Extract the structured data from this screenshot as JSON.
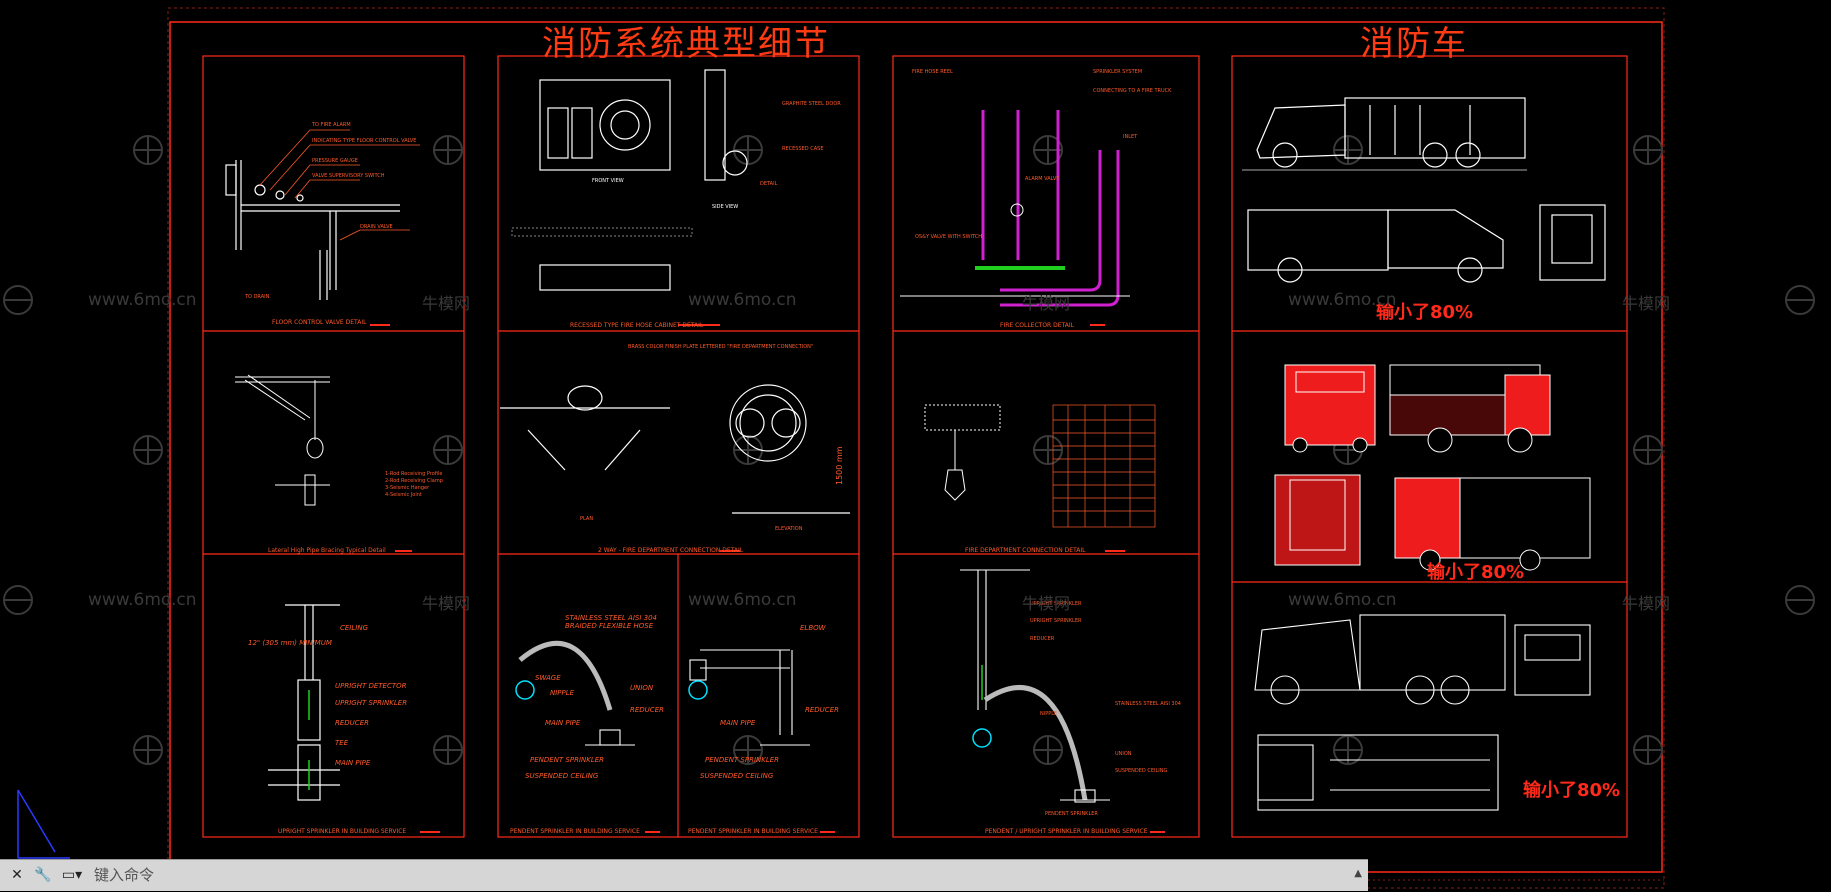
{
  "drawing": {
    "title_main": "消防系统典型细节",
    "title_right": "消防车",
    "reduced_notes": [
      "输小了80%",
      "输小了80%",
      "输小了80%"
    ],
    "watermark_url": "www.6mo.cn",
    "watermark_cn": "牛模网"
  },
  "captions": {
    "floor_valve": "FLOOR CONTROL VALVE DETAIL",
    "hose_cabinet": "RECESSED TYPE FIRE HOSE CABINET DETAIL",
    "collector": "FIRE COLLECTOR DETAIL",
    "pipe_bracing": "Lateral High Pipe Bracing Typical Detail",
    "fdc": "2 WAY - FIRE DEPARTMENT CONNECTION DETAIL",
    "fdc2": "FIRE DEPARTMENT CONNECTION DETAIL",
    "upright": "UPRIGHT SPRINKLER IN BUILDING SERVICE",
    "pendent1": "PENDENT SPRINKLER IN BUILDING SERVICE",
    "pendent2": "PENDENT SPRINKLER IN BUILDING SERVICE",
    "pendent_upright": "PENDENT / UPRIGHT SPRINKLER IN BUILDING SERVICE"
  },
  "command_line": {
    "placeholder": "键入命令",
    "close_icon": "close-icon",
    "customize_icon": "wrench-icon",
    "history_icon": "command-history-icon",
    "expand_icon": "chevron-up-icon"
  },
  "colors": {
    "background": "#000000",
    "frame": "#ff2a1a",
    "accent": "#ff3b14",
    "magenta": "#d020d0",
    "cyan": "#00e0ff",
    "green": "#20d020"
  }
}
